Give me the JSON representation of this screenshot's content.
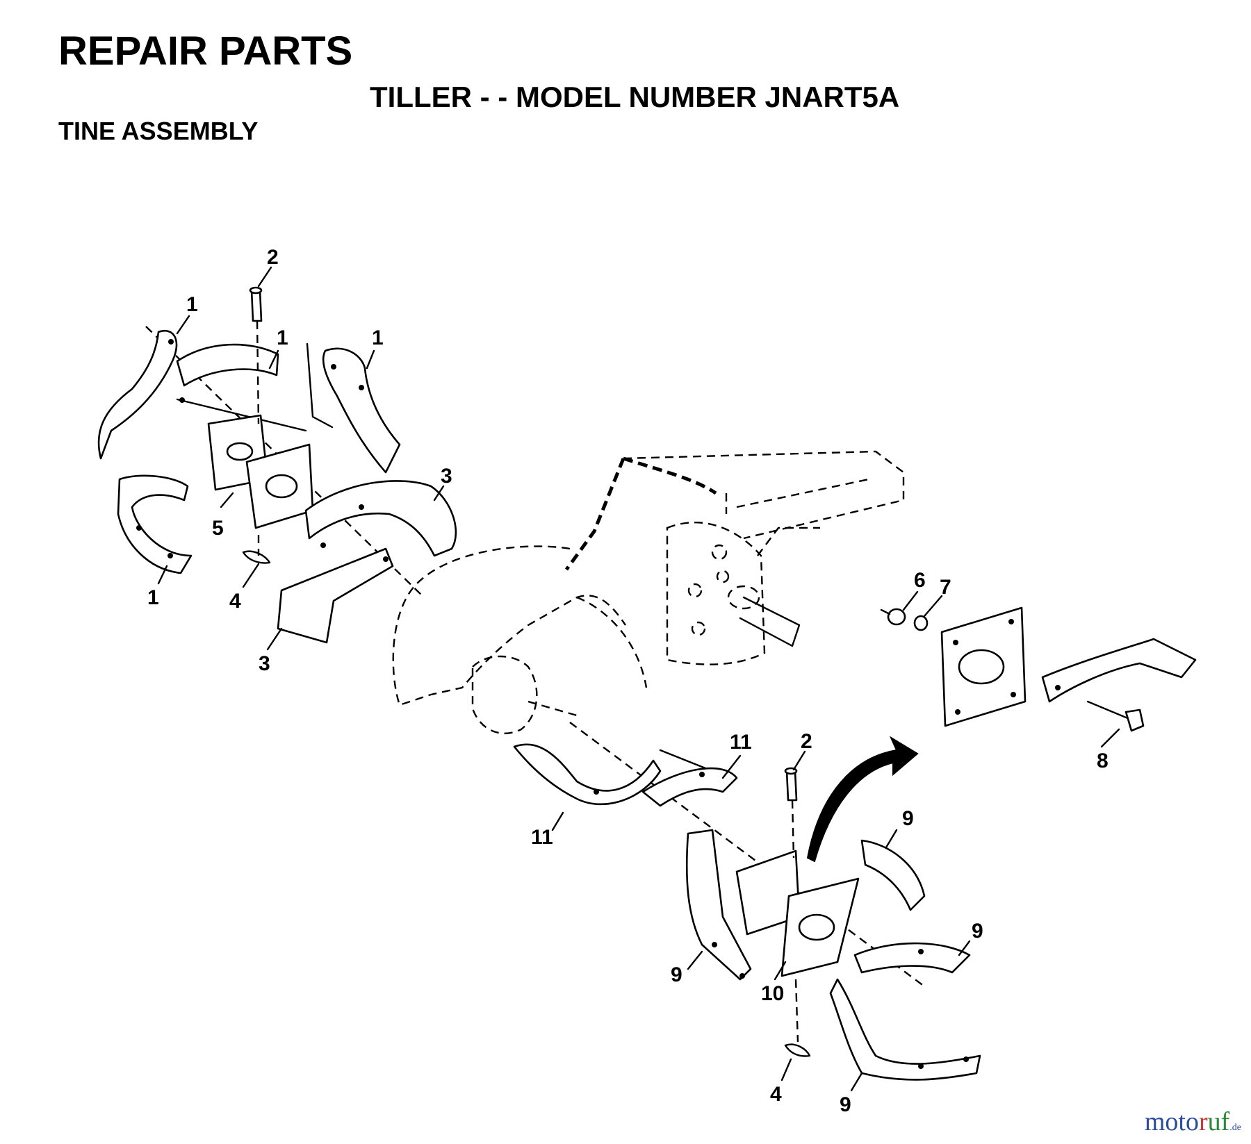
{
  "header": {
    "title": "REPAIR PARTS",
    "subtitle": "TILLER - - MODEL NUMBER JNART5A",
    "section": "TINE ASSEMBLY"
  },
  "callouts": {
    "c1a": "1",
    "c1b": "1",
    "c1c": "1",
    "c1d": "1",
    "c2a": "2",
    "c2b": "2",
    "c3a": "3",
    "c3b": "3",
    "c4a": "4",
    "c4b": "4",
    "c5": "5",
    "c6": "6",
    "c7": "7",
    "c8": "8",
    "c9a": "9",
    "c9b": "9",
    "c9c": "9",
    "c9d": "9",
    "c10": "10",
    "c11a": "11",
    "c11b": "11"
  },
  "watermark": {
    "part1": "moto",
    "part2": "r",
    "part3": "uf",
    "part4": ".de"
  }
}
